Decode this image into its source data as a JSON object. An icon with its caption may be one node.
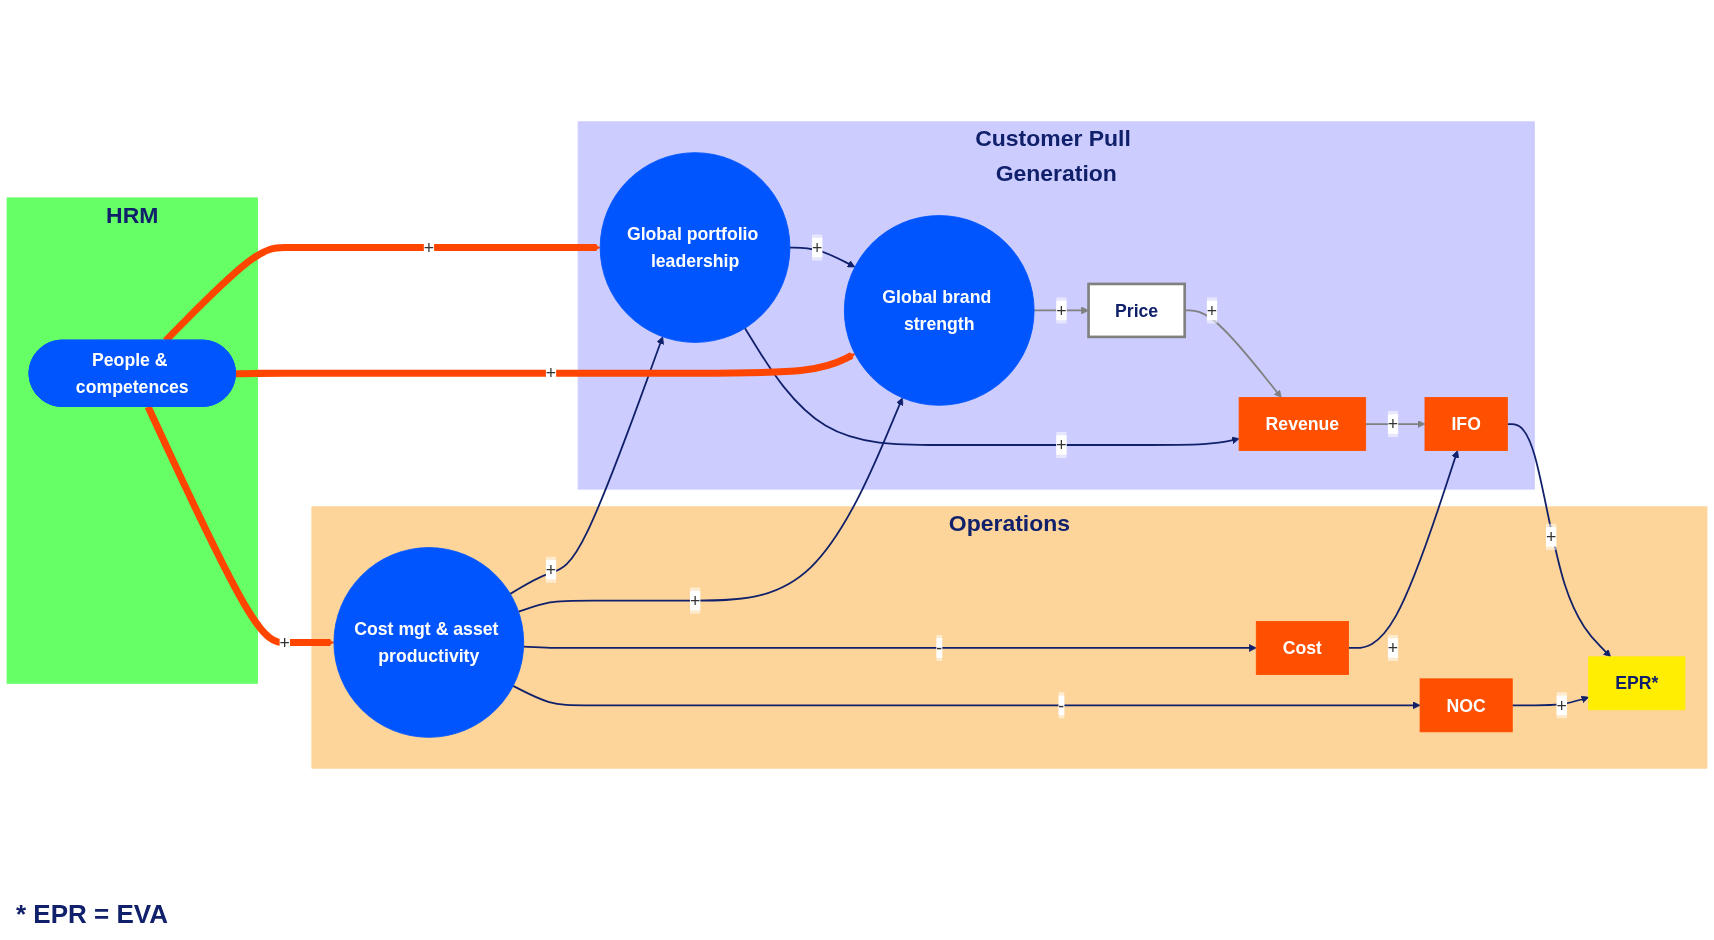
{
  "diagram": {
    "nodes": [
      {
        "text": [
          "Customer Pull Generation"
        ]
      },
      {
        "text": [
          "Global brand strength"
        ],
        "in": 0
      },
      {
        "text": [
          "Price"
        ],
        "in": 0
      },
      {
        "text": [
          "IFO"
        ],
        "in": 0
      },
      {
        "text": [
          "Global portfolio leadership"
        ],
        "in": 0
      },
      {
        "text": [
          "Revenue"
        ],
        "in": 0
      },
      {
        "text": [
          "Operations"
        ]
      },
      {
        "text": [
          "EPR*"
        ],
        "in": 6
      },
      {
        "text": [
          "NOC"
        ],
        "in": 6
      },
      {
        "text": [
          "Cost"
        ],
        "in": 6
      },
      {
        "text": [
          "Cost mgt & asset productivity"
        ],
        "in": 6
      },
      {
        "text": [
          "HRM"
        ]
      },
      {
        "text": [
          "People & competences"
        ],
        "in": 11
      }
    ],
    "edges": [
      {
        "from": 1,
        "to": 2,
        "arrow": "to",
        "label": "+",
        "color": "#808080"
      },
      {
        "from": 2,
        "to": 5,
        "arrow": "to",
        "label": "+",
        "color": "#808080"
      },
      {
        "from": 5,
        "to": 3,
        "arrow": "to",
        "label": "+",
        "color": "#808080"
      },
      {
        "from": 4,
        "to": 1,
        "arrow": "to",
        "label": "+"
      },
      {
        "from": 4,
        "to": 5,
        "arrow": "to",
        "label": "+"
      },
      {
        "from": 3,
        "to": 7,
        "arrow": "to",
        "label": "+"
      },
      {
        "from": 8,
        "to": 7,
        "arrow": "to",
        "label": "+"
      },
      {
        "from": 9,
        "to": 3,
        "arrow": "to",
        "label": "+"
      },
      {
        "from": 10,
        "to": 8,
        "arrow": "to",
        "label": "-"
      },
      {
        "from": 10,
        "to": 9,
        "arrow": "to",
        "label": "-"
      },
      {
        "from": 10,
        "to": 4,
        "arrow": "to",
        "label": "+"
      },
      {
        "from": 10,
        "to": 1,
        "arrow": "to",
        "label": "+"
      },
      {
        "from": 12,
        "to": 1,
        "arrow": "to",
        "label": "+",
        "style": "thick",
        "color": "#ff4500"
      },
      {
        "from": 12,
        "to": 4,
        "arrow": "to",
        "label": "+",
        "style": "thick",
        "color": "#ff4500"
      },
      {
        "from": 12,
        "to": 10,
        "arrow": "to",
        "label": "+",
        "style": "thick",
        "color": "#ff4500"
      }
    ],
    "labels": [
      "* EPR = EVA"
    ]
  }
}
